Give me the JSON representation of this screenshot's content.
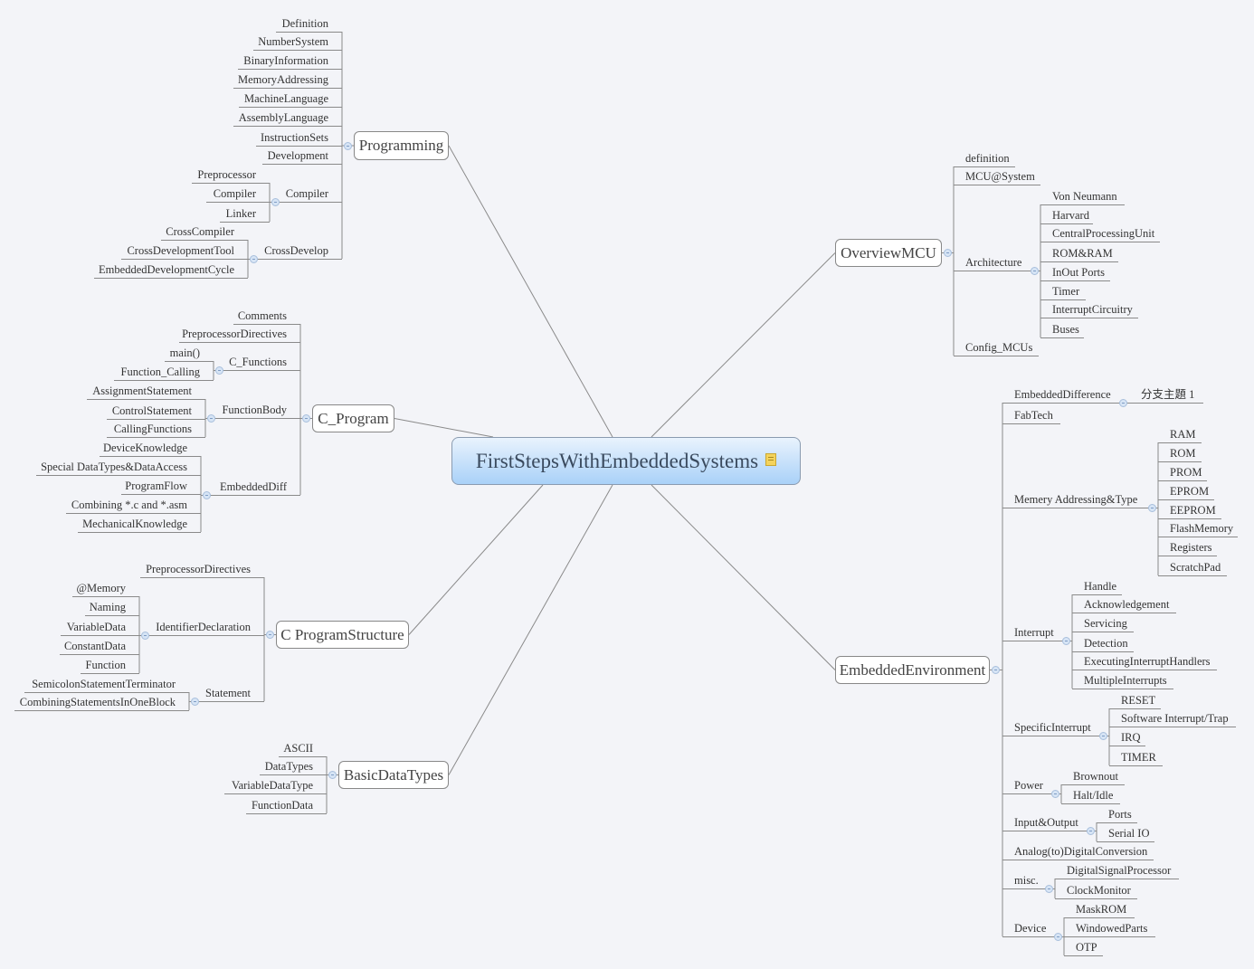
{
  "central": {
    "label": "FirstStepsWithEmbeddedSystems",
    "icon": "note-icon"
  },
  "colors": {
    "background": "#f3f4f8",
    "central_top": "#e9f3fd",
    "central_bottom": "#a9d1f8",
    "line": "#8a8a8a"
  },
  "branches": [
    {
      "label": "Programming",
      "children": [
        {
          "label": "Definition"
        },
        {
          "label": "NumberSystem"
        },
        {
          "label": "BinaryInformation"
        },
        {
          "label": "MemoryAddressing"
        },
        {
          "label": "MachineLanguage"
        },
        {
          "label": "AssemblyLanguage"
        },
        {
          "label": "InstructionSets"
        },
        {
          "label": "Development"
        },
        {
          "label": "Compiler",
          "children": [
            {
              "label": "Preprocessor"
            },
            {
              "label": "Compiler"
            },
            {
              "label": "Linker"
            }
          ]
        },
        {
          "label": "CrossDevelop",
          "children": [
            {
              "label": "CrossCompiler"
            },
            {
              "label": "CrossDevelopmentTool"
            },
            {
              "label": "EmbeddedDevelopmentCycle"
            }
          ]
        }
      ]
    },
    {
      "label": "C_Program",
      "children": [
        {
          "label": "Comments"
        },
        {
          "label": "PreprocessorDirectives"
        },
        {
          "label": "C_Functions",
          "children": [
            {
              "label": "main()"
            },
            {
              "label": "Function_Calling"
            }
          ]
        },
        {
          "label": "FunctionBody",
          "children": [
            {
              "label": "AssignmentStatement"
            },
            {
              "label": "ControlStatement"
            },
            {
              "label": "CallingFunctions"
            }
          ]
        },
        {
          "label": "EmbeddedDiff",
          "children": [
            {
              "label": "DeviceKnowledge"
            },
            {
              "label": "Special DataTypes&DataAccess"
            },
            {
              "label": "ProgramFlow"
            },
            {
              "label": "Combining *.c and *.asm"
            },
            {
              "label": "MechanicalKnowledge"
            }
          ]
        }
      ]
    },
    {
      "label": "C ProgramStructure",
      "children": [
        {
          "label": "PreprocessorDirectives"
        },
        {
          "label": "IdentifierDeclaration",
          "children": [
            {
              "label": "@Memory"
            },
            {
              "label": "Naming"
            },
            {
              "label": "VariableData"
            },
            {
              "label": "ConstantData"
            },
            {
              "label": "Function"
            }
          ]
        },
        {
          "label": "Statement",
          "children": [
            {
              "label": "SemicolonStatementTerminator"
            },
            {
              "label": "CombiningStatementsInOneBlock"
            }
          ]
        }
      ]
    },
    {
      "label": "BasicDataTypes",
      "children": [
        {
          "label": "ASCII"
        },
        {
          "label": "DataTypes"
        },
        {
          "label": "VariableDataType"
        },
        {
          "label": "FunctionData"
        }
      ]
    },
    {
      "label": "OverviewMCU",
      "children": [
        {
          "label": "definition"
        },
        {
          "label": "MCU@System"
        },
        {
          "label": "Architecture",
          "children": [
            {
              "label": "Von Neumann"
            },
            {
              "label": "Harvard"
            },
            {
              "label": "CentralProcessingUnit"
            },
            {
              "label": "ROM&RAM"
            },
            {
              "label": "InOut Ports"
            },
            {
              "label": "Timer"
            },
            {
              "label": "InterruptCircuitry"
            },
            {
              "label": "Buses"
            }
          ]
        },
        {
          "label": "Config_MCUs"
        }
      ]
    },
    {
      "label": "EmbeddedEnvironment",
      "children": [
        {
          "label": "EmbeddedDifference",
          "children": [
            {
              "label": "分支主題 1"
            }
          ]
        },
        {
          "label": "FabTech"
        },
        {
          "label": "Memery Addressing&Type",
          "children": [
            {
              "label": "RAM"
            },
            {
              "label": "ROM"
            },
            {
              "label": "PROM"
            },
            {
              "label": "EPROM"
            },
            {
              "label": "EEPROM"
            },
            {
              "label": "FlashMemory"
            },
            {
              "label": "Registers"
            },
            {
              "label": "ScratchPad"
            }
          ]
        },
        {
          "label": "Interrupt",
          "children": [
            {
              "label": "Handle"
            },
            {
              "label": "Acknowledgement"
            },
            {
              "label": "Servicing"
            },
            {
              "label": "Detection"
            },
            {
              "label": "ExecutingInterruptHandlers"
            },
            {
              "label": "MultipleInterrupts"
            }
          ]
        },
        {
          "label": "SpecificInterrupt",
          "children": [
            {
              "label": "RESET"
            },
            {
              "label": "Software Interrupt/Trap"
            },
            {
              "label": "IRQ"
            },
            {
              "label": "TIMER"
            }
          ]
        },
        {
          "label": "Power",
          "children": [
            {
              "label": "Brownout"
            },
            {
              "label": "Halt/Idle"
            }
          ]
        },
        {
          "label": "Input&Output",
          "children": [
            {
              "label": "Ports"
            },
            {
              "label": "Serial IO"
            }
          ]
        },
        {
          "label": "Analog(to)DigitalConversion"
        },
        {
          "label": "misc.",
          "children": [
            {
              "label": "DigitalSignalProcessor"
            },
            {
              "label": "ClockMonitor"
            }
          ]
        },
        {
          "label": "Device",
          "children": [
            {
              "label": "MaskROM"
            },
            {
              "label": "WindowedParts"
            },
            {
              "label": "OTP"
            }
          ]
        }
      ]
    }
  ]
}
